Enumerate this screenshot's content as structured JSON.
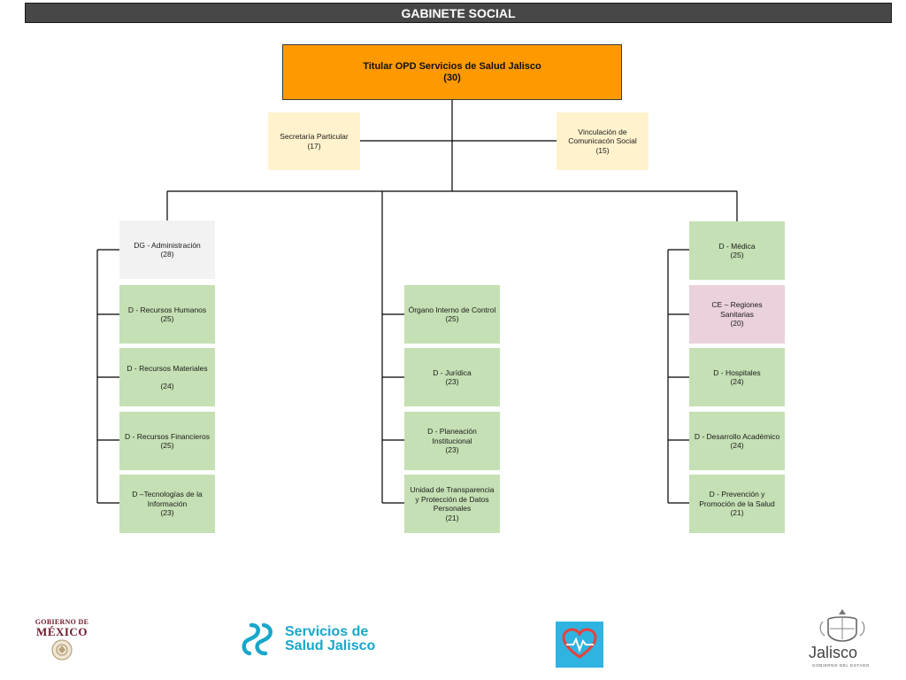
{
  "header": {
    "title": "GABINETE SOCIAL"
  },
  "root": {
    "line1": "Titular OPD Servicios de Salud Jalisco",
    "line2": "(30)"
  },
  "staff": {
    "left": {
      "line1": "Secretaría Particular",
      "line2": "(17)"
    },
    "right": {
      "line1": "Vinculación de",
      "line2": "Comunicacón Social",
      "line3": "(15)"
    }
  },
  "columns": {
    "left": [
      {
        "line1": "DG - Administración",
        "line2": "(28)"
      },
      {
        "line1": "D - Recursos Humanos",
        "line2": "(25)"
      },
      {
        "line1": "D - Recursos Materiales",
        "line2": "(24)"
      },
      {
        "line1": "D - Recursos Financieros",
        "line2": "(25)"
      },
      {
        "line1": "D –Tecnologías de la",
        "line2": "Información",
        "line3": "(23)"
      }
    ],
    "center": [
      {
        "line1": "Órgano Interno de Control",
        "line2": "(25)"
      },
      {
        "line1": "D - Jurídica",
        "line2": "(23)"
      },
      {
        "line1": "D - Planeación",
        "line2": "Institucional",
        "line3": "(23)"
      },
      {
        "line1": "Unidad de Transparencia",
        "line2": "y Protección de Datos",
        "line3": "Personales",
        "line4": "(21)"
      }
    ],
    "right": [
      {
        "line1": "D - Médica",
        "line2": "(25)"
      },
      {
        "line1": "CE – Regiones",
        "line2": "Sanitarias",
        "line3": "(20)"
      },
      {
        "line1": "D - Hospitales",
        "line2": "(24)"
      },
      {
        "line1": "D - Desarrollo Académico",
        "line2": "(24)"
      },
      {
        "line1": "D - Prevención y",
        "line2": "Promoción de la Salud",
        "line3": "(21)"
      }
    ]
  },
  "footer": {
    "gobierno_mexico": {
      "line1": "GOBIERNO DE",
      "line2": "MÉXICO"
    },
    "servicios_salud": {
      "line1": "Servicios de",
      "line2": "Salud Jalisco"
    },
    "jalisco": {
      "name": "Jalisco",
      "sub": "GOBIERNO DEL ESTADO"
    }
  },
  "colors": {
    "title_bar": "#474747",
    "root": "#ff9900",
    "staff": "#fff2cc",
    "admin": "#f2f2f2",
    "unit": "#c5e0b4",
    "regiones": "#ead1dc",
    "ssj_blue": "#19a7c9",
    "heart_tile": "#2fb3e0",
    "mexico_maroon": "#6b1a2c"
  }
}
